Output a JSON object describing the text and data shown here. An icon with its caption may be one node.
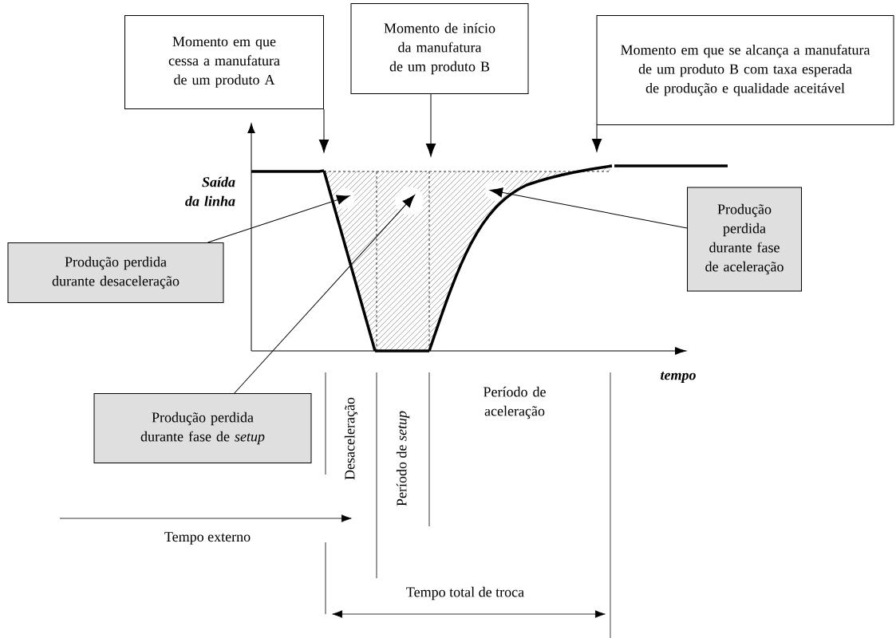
{
  "diagram": {
    "nodes": [
      {
        "text": [
          "Momento em que cessa a manufatura de um produto A"
        ]
      },
      {
        "text": [
          "Momento de início da manufatura de um produto B"
        ]
      },
      {
        "text": [
          "Momento em que se alcança a manufatura de um produto B com taxa esperada de produção e qualidade aceitável"
        ]
      },
      {
        "text": [
          "Produção perdida durante desaceleração"
        ]
      },
      {
        "text": [
          "Produção perdida durante fase de aceleração"
        ]
      },
      {
        "text": [
          "Produção perdida durante fase de *setup*"
        ]
      }
    ],
    "edges": [
      {
        "from": 0,
        "to": null,
        "arrow": "to"
      },
      {
        "from": 1,
        "to": null,
        "arrow": "to"
      },
      {
        "from": 2,
        "to": null,
        "arrow": "to"
      },
      {
        "from": 3,
        "to": null,
        "arrow": "to"
      },
      {
        "from": 4,
        "to": null,
        "arrow": "to"
      },
      {
        "from": 5,
        "to": null,
        "arrow": "to"
      }
    ],
    "labels": [
      "Saída da linha",
      "tempo",
      "Desaceleração",
      "Período de *setup*",
      "Período de aceleração",
      "Tempo externo",
      "Tempo total de troca"
    ]
  }
}
